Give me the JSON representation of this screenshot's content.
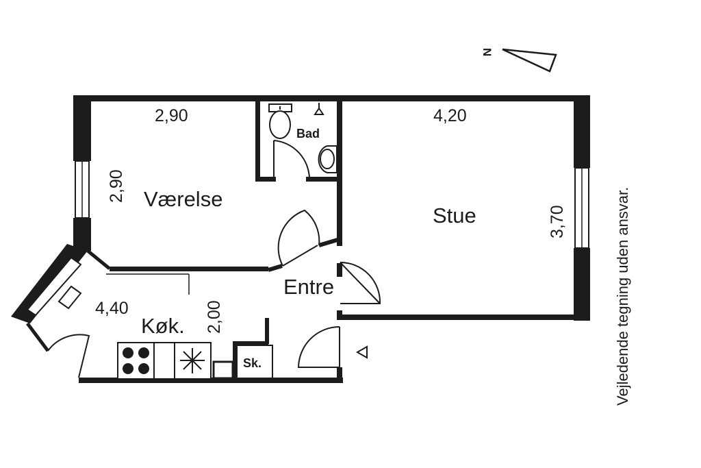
{
  "compass": {
    "label": "N"
  },
  "rooms": {
    "vaerelse": {
      "name": "Værelse",
      "width": "2,90",
      "depth": "2,90"
    },
    "stue": {
      "name": "Stue",
      "width": "4,20",
      "depth": "3,70"
    },
    "bad": {
      "name": "Bad"
    },
    "entre": {
      "name": "Entre"
    },
    "koek": {
      "name": "Køk.",
      "width": "4,40",
      "depth": "2,00"
    },
    "skab": {
      "name": "Sk."
    }
  },
  "disclaimer": "Vejledende tegning uden ansvar.",
  "colors": {
    "line": "#1c1c1c",
    "background": "#ffffff"
  }
}
